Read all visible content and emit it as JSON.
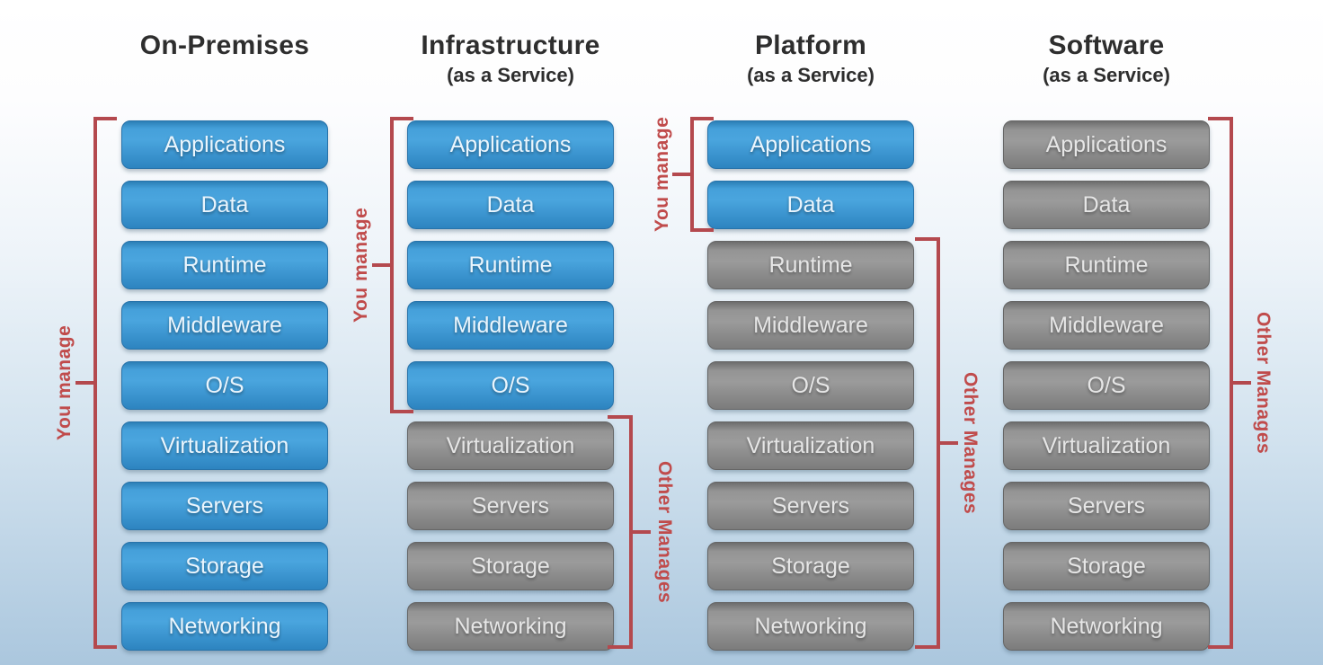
{
  "diagram": "cloud-service-models-responsibility",
  "colors": {
    "managed_you": "#3b94cf",
    "managed_other": "#8a8a8a",
    "bracket": "#b4494e"
  },
  "columns": [
    {
      "title": "On-Premises",
      "subtitle": "",
      "layers": [
        {
          "label": "Applications",
          "managed_by": "you"
        },
        {
          "label": "Data",
          "managed_by": "you"
        },
        {
          "label": "Runtime",
          "managed_by": "you"
        },
        {
          "label": "Middleware",
          "managed_by": "you"
        },
        {
          "label": "O/S",
          "managed_by": "you"
        },
        {
          "label": "Virtualization",
          "managed_by": "you"
        },
        {
          "label": "Servers",
          "managed_by": "you"
        },
        {
          "label": "Storage",
          "managed_by": "you"
        },
        {
          "label": "Networking",
          "managed_by": "you"
        }
      ]
    },
    {
      "title": "Infrastructure",
      "subtitle": "(as a Service)",
      "layers": [
        {
          "label": "Applications",
          "managed_by": "you"
        },
        {
          "label": "Data",
          "managed_by": "you"
        },
        {
          "label": "Runtime",
          "managed_by": "you"
        },
        {
          "label": "Middleware",
          "managed_by": "you"
        },
        {
          "label": "O/S",
          "managed_by": "you"
        },
        {
          "label": "Virtualization",
          "managed_by": "other"
        },
        {
          "label": "Servers",
          "managed_by": "other"
        },
        {
          "label": "Storage",
          "managed_by": "other"
        },
        {
          "label": "Networking",
          "managed_by": "other"
        }
      ]
    },
    {
      "title": "Platform",
      "subtitle": "(as a Service)",
      "layers": [
        {
          "label": "Applications",
          "managed_by": "you"
        },
        {
          "label": "Data",
          "managed_by": "you"
        },
        {
          "label": "Runtime",
          "managed_by": "other"
        },
        {
          "label": "Middleware",
          "managed_by": "other"
        },
        {
          "label": "O/S",
          "managed_by": "other"
        },
        {
          "label": "Virtualization",
          "managed_by": "other"
        },
        {
          "label": "Servers",
          "managed_by": "other"
        },
        {
          "label": "Storage",
          "managed_by": "other"
        },
        {
          "label": "Networking",
          "managed_by": "other"
        }
      ]
    },
    {
      "title": "Software",
      "subtitle": "(as a Service)",
      "layers": [
        {
          "label": "Applications",
          "managed_by": "other"
        },
        {
          "label": "Data",
          "managed_by": "other"
        },
        {
          "label": "Runtime",
          "managed_by": "other"
        },
        {
          "label": "Middleware",
          "managed_by": "other"
        },
        {
          "label": "O/S",
          "managed_by": "other"
        },
        {
          "label": "Virtualization",
          "managed_by": "other"
        },
        {
          "label": "Servers",
          "managed_by": "other"
        },
        {
          "label": "Storage",
          "managed_by": "other"
        },
        {
          "label": "Networking",
          "managed_by": "other"
        }
      ]
    }
  ],
  "brackets": [
    {
      "label": "You manage",
      "column": "On-Premises",
      "side": "left",
      "covers": "Applications to Networking"
    },
    {
      "label": "You manage",
      "column": "Infrastructure",
      "side": "left",
      "covers": "Applications to O/S"
    },
    {
      "label": "Other Manages",
      "column": "Infrastructure",
      "side": "right",
      "covers": "Virtualization to Networking"
    },
    {
      "label": "You manage",
      "column": "Platform",
      "side": "left",
      "covers": "Applications to Data"
    },
    {
      "label": "Other Manages",
      "column": "Platform",
      "side": "right",
      "covers": "Runtime to Networking"
    },
    {
      "label": "Other Manages",
      "column": "Software",
      "side": "right",
      "covers": "Applications to Networking"
    }
  ]
}
